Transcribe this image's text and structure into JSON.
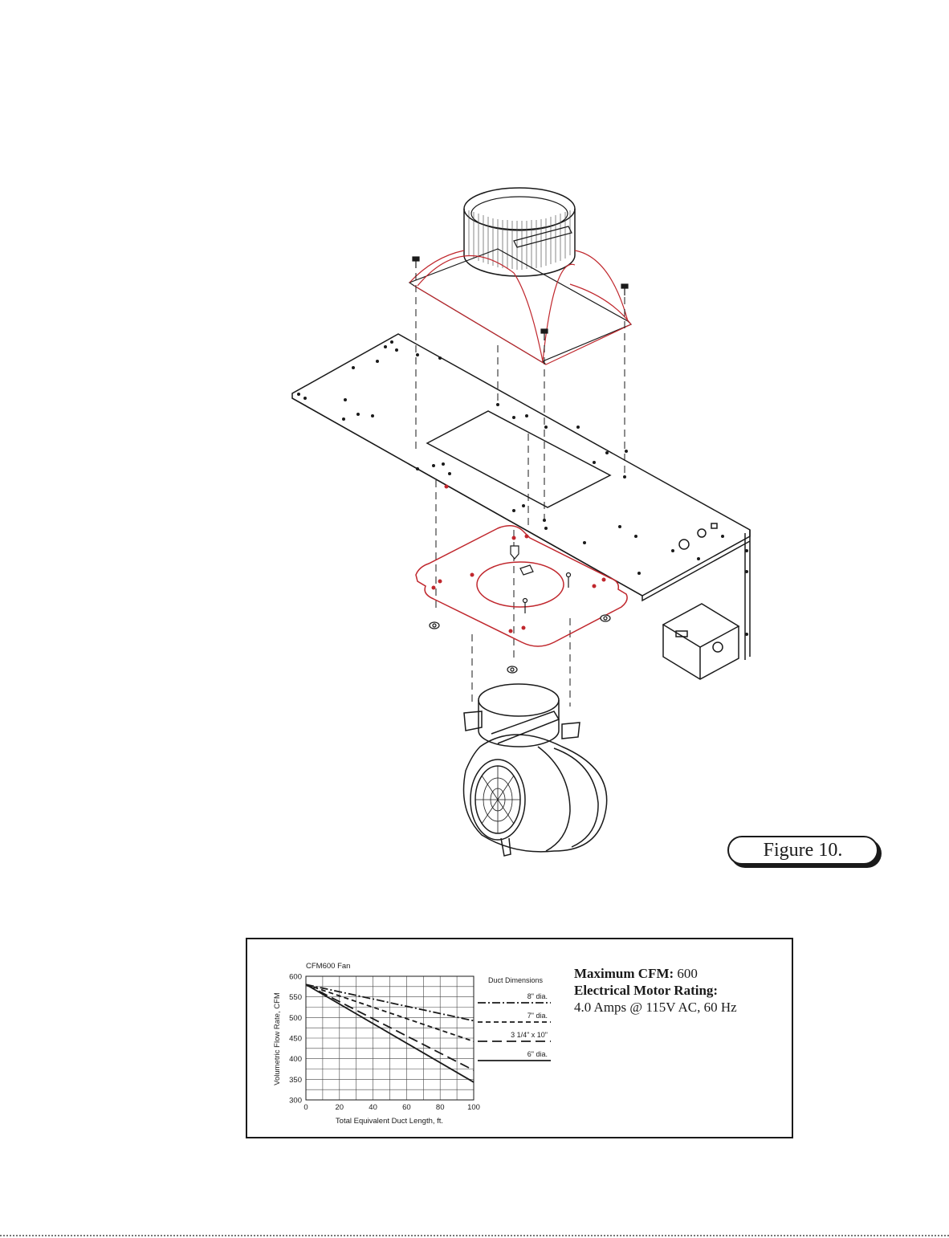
{
  "figure": {
    "label": "Figure 10."
  },
  "specs": {
    "max_cfm_label": "Maximum CFM:",
    "max_cfm_value": "600",
    "motor_label": "Electrical Motor Rating:",
    "motor_value": "4.0 Amps @ 115V AC, 60 Hz"
  },
  "chart_data": {
    "type": "line",
    "title": "CFM600 Fan",
    "xlabel": "Total Equivalent Duct Length, ft.",
    "ylabel": "Volumetric Flow Rate, CFM",
    "xlim": [
      0,
      100
    ],
    "ylim": [
      300,
      600
    ],
    "x_ticks": [
      "0",
      "20",
      "40",
      "60",
      "80",
      "100"
    ],
    "y_ticks": [
      "300",
      "350",
      "400",
      "450",
      "500",
      "550",
      "600"
    ],
    "grid": true,
    "legend_title": "Duct Dimensions",
    "legend_placement": "right",
    "series": [
      {
        "name": "8\" dia.",
        "style": "dash-dot",
        "x": [
          0,
          100
        ],
        "y": [
          580,
          492
        ]
      },
      {
        "name": "7\" dia.",
        "style": "dashed",
        "x": [
          0,
          100
        ],
        "y": [
          580,
          442
        ]
      },
      {
        "name": "3 1/4\" x 10\"",
        "style": "long-dash",
        "x": [
          0,
          100
        ],
        "y": [
          580,
          372
        ]
      },
      {
        "name": "6\" dia.",
        "style": "solid",
        "x": [
          0,
          100
        ],
        "y": [
          580,
          343
        ]
      }
    ]
  }
}
